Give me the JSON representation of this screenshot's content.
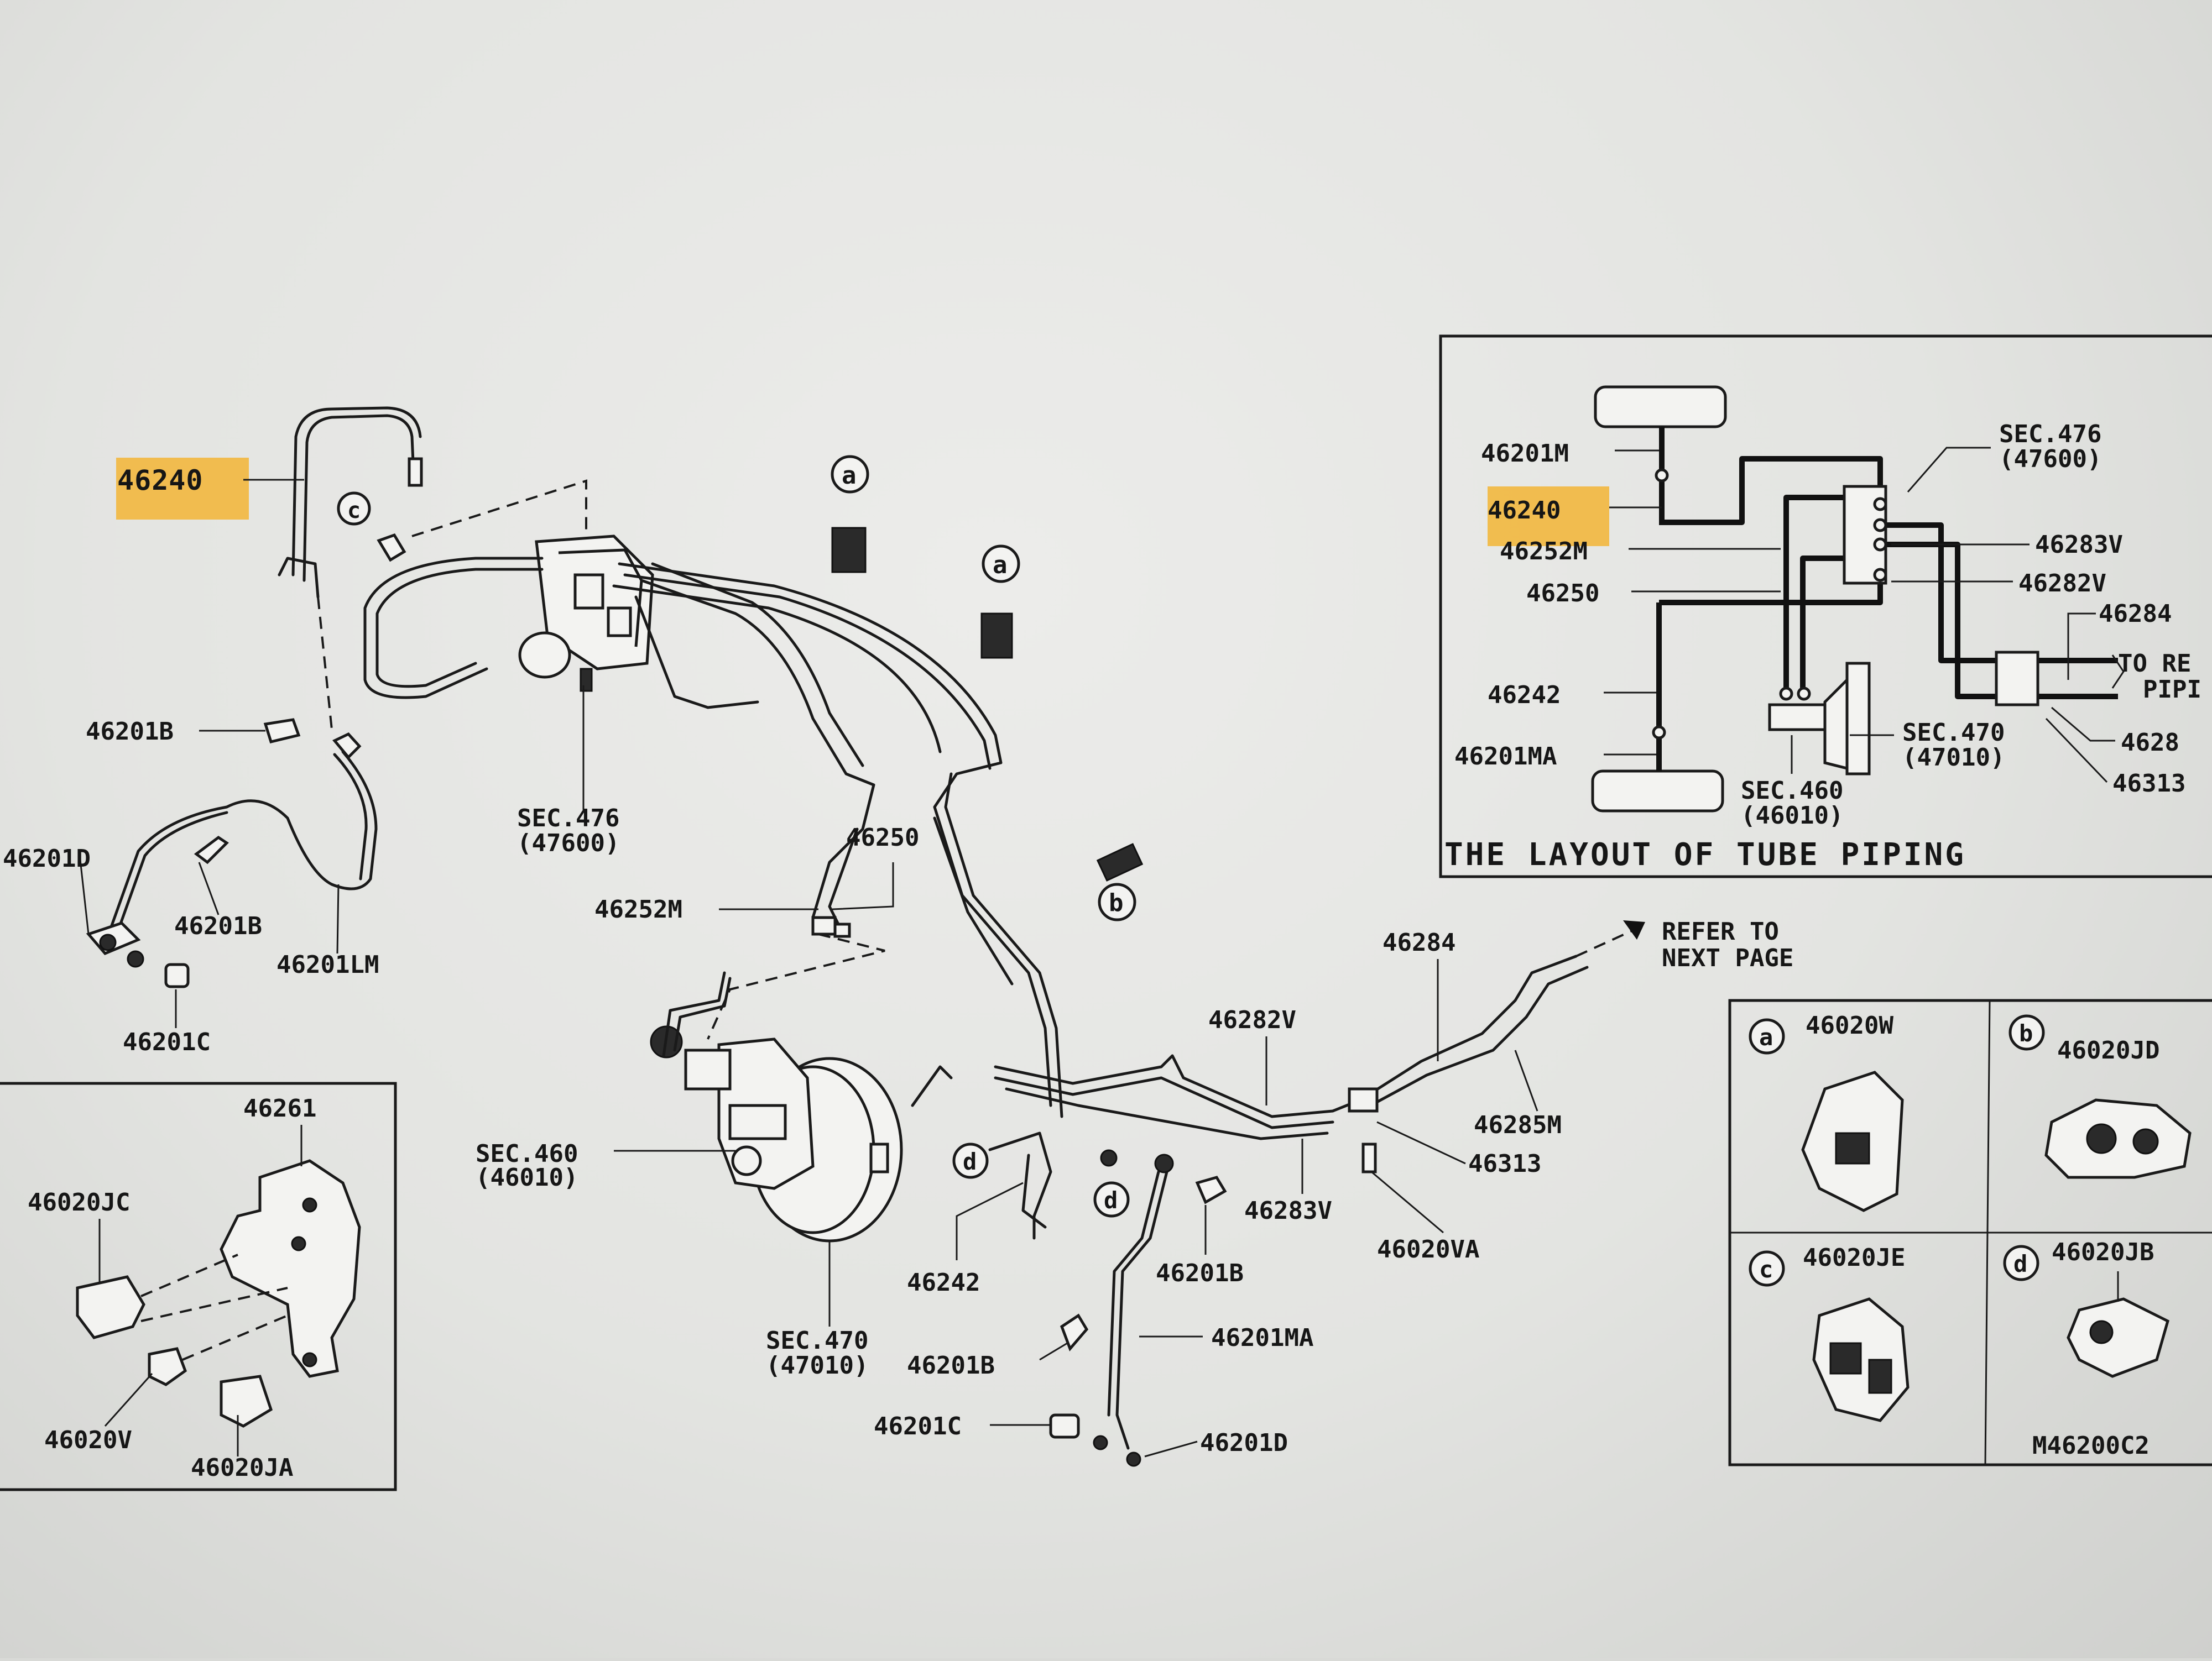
{
  "diagram": {
    "labels": [
      {
        "id": "p46240",
        "text": "46240"
      },
      {
        "id": "p46201B_a",
        "text": "46201B"
      },
      {
        "id": "p46201D_a",
        "text": "46201D"
      },
      {
        "id": "p46201B_b",
        "text": "46201B"
      },
      {
        "id": "p46201LM",
        "text": "46201LM"
      },
      {
        "id": "p46201C_a",
        "text": "46201C"
      },
      {
        "id": "sec476",
        "text": "SEC.476"
      },
      {
        "id": "sec476_no",
        "text": "(47600)"
      },
      {
        "id": "p46250",
        "text": "46250"
      },
      {
        "id": "p46252M",
        "text": "46252M"
      },
      {
        "id": "sec460",
        "text": "SEC.460"
      },
      {
        "id": "sec460_no",
        "text": "(46010)"
      },
      {
        "id": "sec470",
        "text": "SEC.470"
      },
      {
        "id": "sec470_no",
        "text": "(47010)"
      },
      {
        "id": "p46242",
        "text": "46242"
      },
      {
        "id": "p46201B_c",
        "text": "46201B"
      },
      {
        "id": "p46201LB",
        "text": "46201B"
      },
      {
        "id": "p46201MA",
        "text": "46201MA"
      },
      {
        "id": "p46201C_b",
        "text": "46201C"
      },
      {
        "id": "p46201D_b",
        "text": "46201D"
      },
      {
        "id": "p46282V",
        "text": "46282V"
      },
      {
        "id": "p46283V",
        "text": "46283V"
      },
      {
        "id": "p46284",
        "text": "46284"
      },
      {
        "id": "p46285M",
        "text": "46285M"
      },
      {
        "id": "p46313",
        "text": "46313"
      },
      {
        "id": "p46020VA",
        "text": "46020VA"
      },
      {
        "id": "refer1",
        "text": "REFER TO"
      },
      {
        "id": "refer2",
        "text": "NEXT PAGE"
      }
    ],
    "callouts": [
      "a",
      "a",
      "b",
      "c",
      "d",
      "d"
    ],
    "bracket_box": {
      "labels": [
        "46261",
        "46020JC",
        "46020V",
        "46020JA"
      ]
    },
    "layout_box": {
      "title": "THE LAYOUT OF TUBE PIPING",
      "labels": [
        {
          "id": "L46201M",
          "text": "46201M"
        },
        {
          "id": "L46240",
          "text": "46240"
        },
        {
          "id": "L46252M",
          "text": "46252M"
        },
        {
          "id": "L46250",
          "text": "46250"
        },
        {
          "id": "L46242",
          "text": "46242"
        },
        {
          "id": "L46201MA",
          "text": "46201MA"
        },
        {
          "id": "Lsec476",
          "text": "SEC.476"
        },
        {
          "id": "Lsec476_no",
          "text": "(47600)"
        },
        {
          "id": "L46283V",
          "text": "46283V"
        },
        {
          "id": "L46282V",
          "text": "46282V"
        },
        {
          "id": "L46284",
          "text": "46284"
        },
        {
          "id": "Lto1",
          "text": "TO RE"
        },
        {
          "id": "Lto2",
          "text": "PIPI"
        },
        {
          "id": "L46285",
          "text": "4628"
        },
        {
          "id": "L46313",
          "text": "46313"
        },
        {
          "id": "Lsec470",
          "text": "SEC.470"
        },
        {
          "id": "Lsec470_no",
          "text": "(47010)"
        },
        {
          "id": "Lsec460",
          "text": "SEC.460"
        },
        {
          "id": "Lsec460_no",
          "text": "(46010)"
        }
      ]
    },
    "clip_box": {
      "cells": [
        {
          "letter": "a",
          "part": "46020W"
        },
        {
          "letter": "b",
          "part": "46020JD"
        },
        {
          "letter": "c",
          "part": "46020JE"
        },
        {
          "letter": "d",
          "part": "46020JB"
        }
      ],
      "figure_code": "M46200C2"
    },
    "highlight_color": "#f2b63a"
  }
}
